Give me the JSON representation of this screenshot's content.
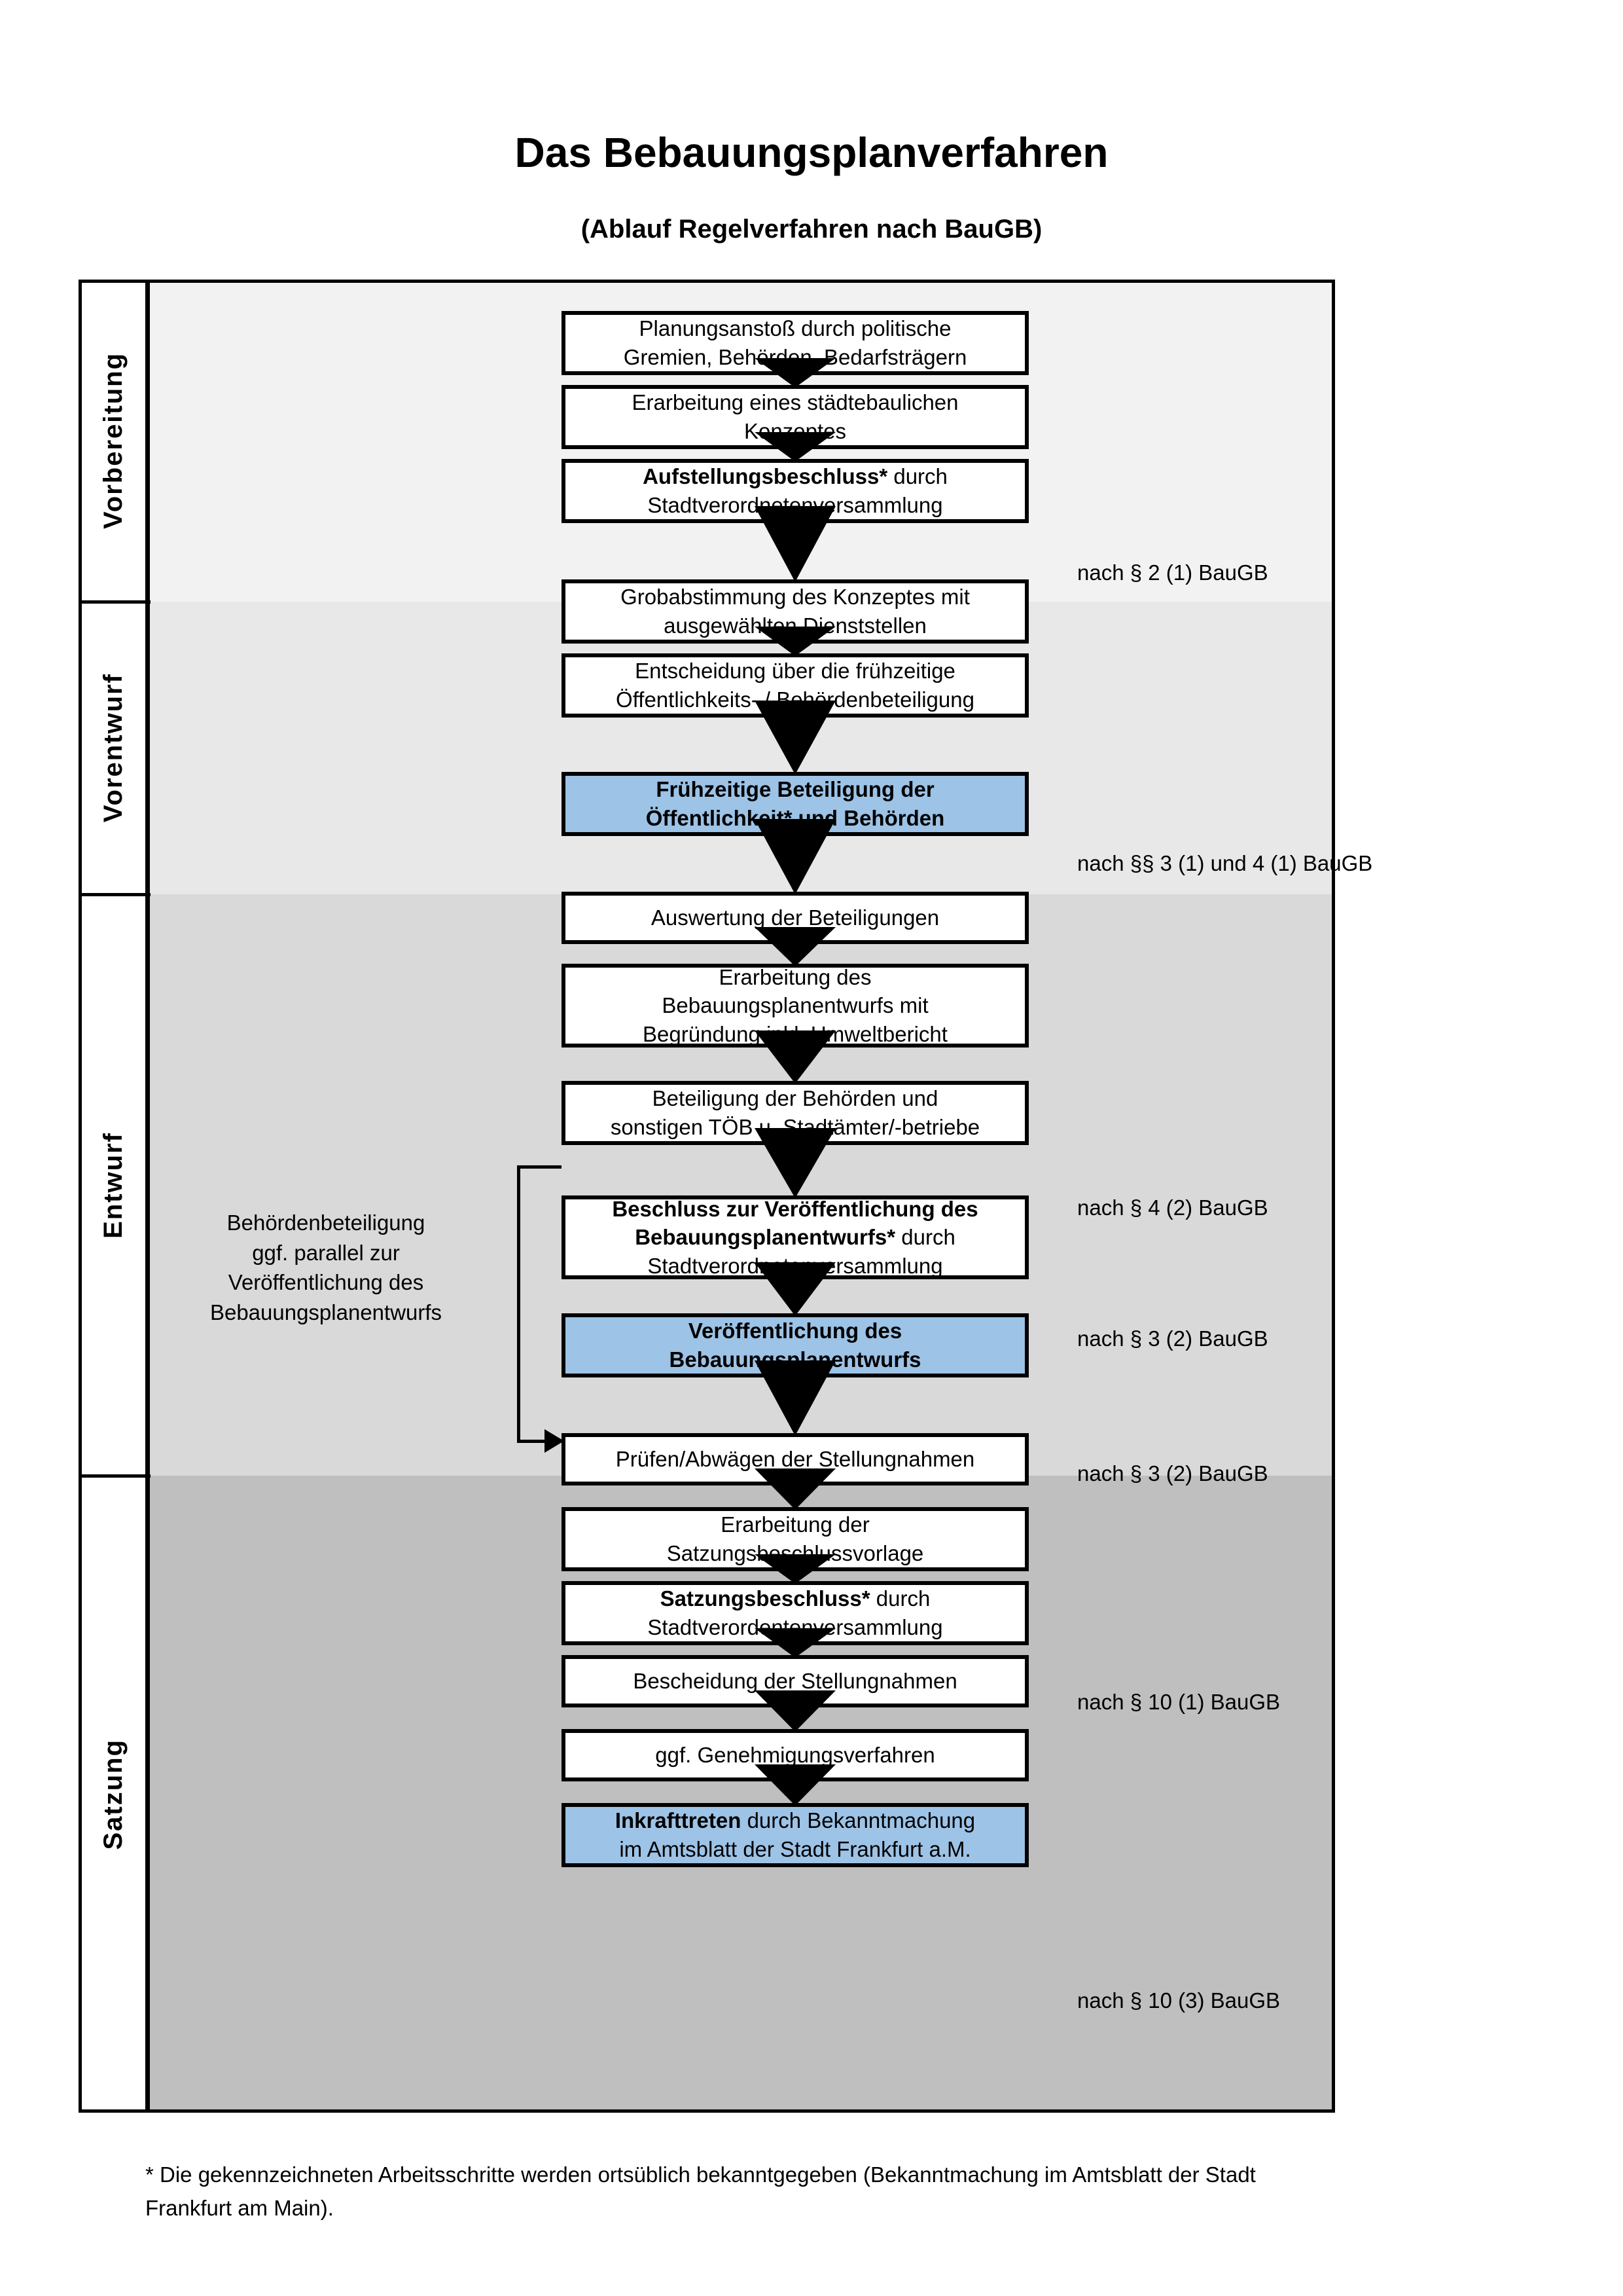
{
  "header": {
    "title": "Das Bebauungsplanverfahren",
    "subtitle": "(Ablauf Regelverfahren nach BauGB)"
  },
  "lanes": [
    {
      "label": "Vorbereitung",
      "bg": "#F2F2F2"
    },
    {
      "label": "Vorentwurf",
      "bg": "#E8E8E8"
    },
    {
      "label": "Entwurf",
      "bg": "#D9D9D9"
    },
    {
      "label": "Satzung",
      "bg": "#BFBFBF"
    }
  ],
  "steps": [
    {
      "lines": [
        "Planungsanstoß durch politische",
        "Gremien, Behörden, Bedarfsträgern"
      ],
      "bold": [],
      "highlight": false
    },
    {
      "lines": [
        "Erarbeitung eines städtebaulichen",
        "Konzeptes"
      ],
      "bold": [],
      "highlight": false
    },
    {
      "lines": [
        "Aufstellungsbeschluss* durch",
        "Stadtverordnetenversammlung"
      ],
      "bold": [
        "Aufstellungsbeschluss*"
      ],
      "highlight": false
    },
    {
      "lines": [
        "Grobabstimmung des Konzeptes mit",
        "ausgewählten Dienststellen"
      ],
      "bold": [],
      "highlight": false
    },
    {
      "lines": [
        "Entscheidung über die frühzeitige",
        "Öffentlichkeits- / Behördenbeteiligung"
      ],
      "bold": [],
      "highlight": false
    },
    {
      "lines": [
        "Frühzeitige Beteiligung der",
        "Öffentlichkeit* und Behörden"
      ],
      "bold": [
        "all"
      ],
      "highlight": true
    },
    {
      "lines": [
        "Auswertung der Beteiligungen"
      ],
      "bold": [],
      "highlight": false
    },
    {
      "lines": [
        "Erarbeitung des",
        "Bebauungsplanentwurfs mit",
        "Begründung inkl. Umweltbericht"
      ],
      "bold": [],
      "highlight": false
    },
    {
      "lines": [
        "Beteiligung der Behörden und",
        "sonstigen TÖB u. Stadtämter/-betriebe"
      ],
      "bold": [],
      "highlight": false
    },
    {
      "lines": [
        "Beschluss zur Veröffentlichung des",
        "Bebauungsplanentwurfs* durch",
        "Stadtverordnetenversammlung"
      ],
      "bold": [
        "Beschluss zur Veröffentlichung des",
        "Bebauungsplanentwurfs*"
      ],
      "highlight": false
    },
    {
      "lines": [
        "Veröffentlichung des",
        "Bebauungsplanentwurfs"
      ],
      "bold": [
        "all"
      ],
      "highlight": true
    },
    {
      "lines": [
        "Prüfen/Abwägen der Stellungnahmen"
      ],
      "bold": [],
      "highlight": false
    },
    {
      "lines": [
        "Erarbeitung der",
        "Satzungsbeschlussvorlage"
      ],
      "bold": [],
      "highlight": false
    },
    {
      "lines": [
        "Satzungsbeschluss* durch",
        "Stadtverordentenversammlung"
      ],
      "bold": [
        "Satzungsbeschluss*"
      ],
      "highlight": false
    },
    {
      "lines": [
        "Bescheidung der Stellungnahmen"
      ],
      "bold": [],
      "highlight": false
    },
    {
      "lines": [
        "ggf. Genehmigungsverfahren"
      ],
      "bold": [],
      "highlight": false
    },
    {
      "lines": [
        "Inkrafttreten durch Bekanntmachung",
        "im Amtsblatt der Stadt Frankfurt a.M."
      ],
      "bold": [
        "Inkrafttreten"
      ],
      "highlight": true
    }
  ],
  "legal_notes": [
    {
      "text": "nach § 2 (1) BauGB"
    },
    {
      "text": "nach §§ 3 (1) und 4 (1) BauGB"
    },
    {
      "text": "nach § 4 (2) BauGB"
    },
    {
      "text": "nach § 3 (2) BauGB"
    },
    {
      "text": "nach § 3 (2) BauGB"
    },
    {
      "text": "nach § 10 (1) BauGB"
    },
    {
      "text": "nach § 10 (3) BauGB"
    }
  ],
  "side_note": {
    "lines": [
      "Behördenbeteiligung",
      "ggf. parallel zur",
      "Veröffentlichung des",
      "Bebauungsplanentwurfs"
    ]
  },
  "footnote": {
    "text": "* Die gekennzeichneten Arbeitsschritte werden ortsüblich bekanntgegeben (Bekanntmachung im Amtsblatt  der Stadt Frankfurt am Main)."
  },
  "colors": {
    "highlight_blue": "#9DC3E6",
    "lane1": "#F2F2F2",
    "lane2": "#E8E8E8",
    "lane3": "#D9D9D9",
    "lane4": "#BFBFBF",
    "line": "#000000"
  }
}
